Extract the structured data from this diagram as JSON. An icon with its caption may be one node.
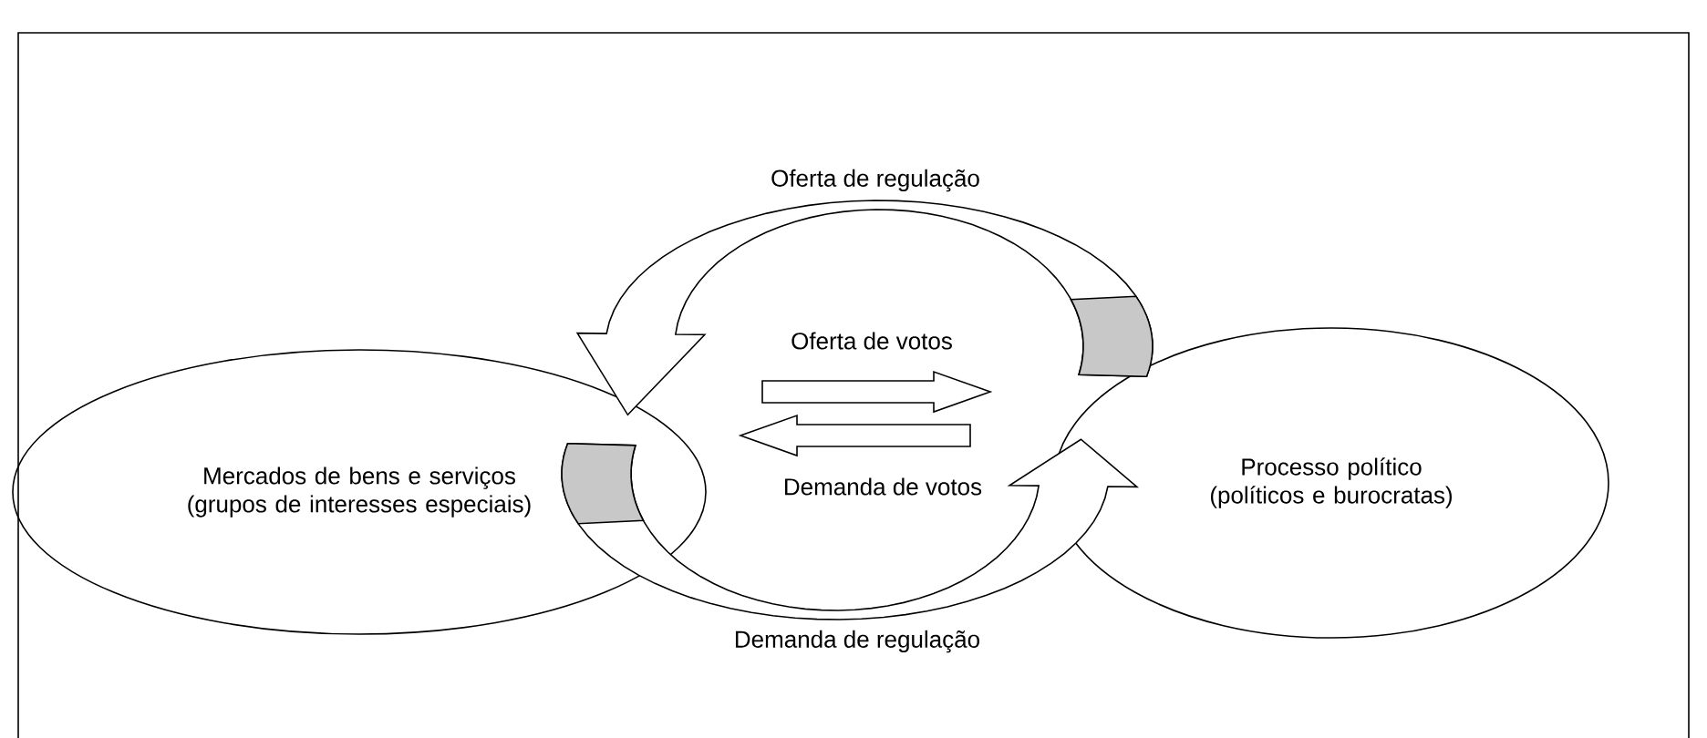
{
  "diagram": {
    "nodes": [
      {
        "text": [
          "Mercados de bens e serviços (grupos de interesses especiais)"
        ]
      },
      {
        "text": [
          "Processo político (políticos e burocratas)"
        ]
      }
    ],
    "edges": [
      {
        "from": 0,
        "to": 1,
        "arrow": "to",
        "label": "Oferta de votos"
      },
      {
        "from": 1,
        "to": 0,
        "arrow": "to",
        "label": "Demanda de votos"
      },
      {
        "from": 1,
        "to": 0,
        "arrow": "to",
        "label": "Oferta de regulação"
      },
      {
        "from": 0,
        "to": 1,
        "arrow": "to",
        "label": "Demanda de regulação"
      }
    ]
  }
}
